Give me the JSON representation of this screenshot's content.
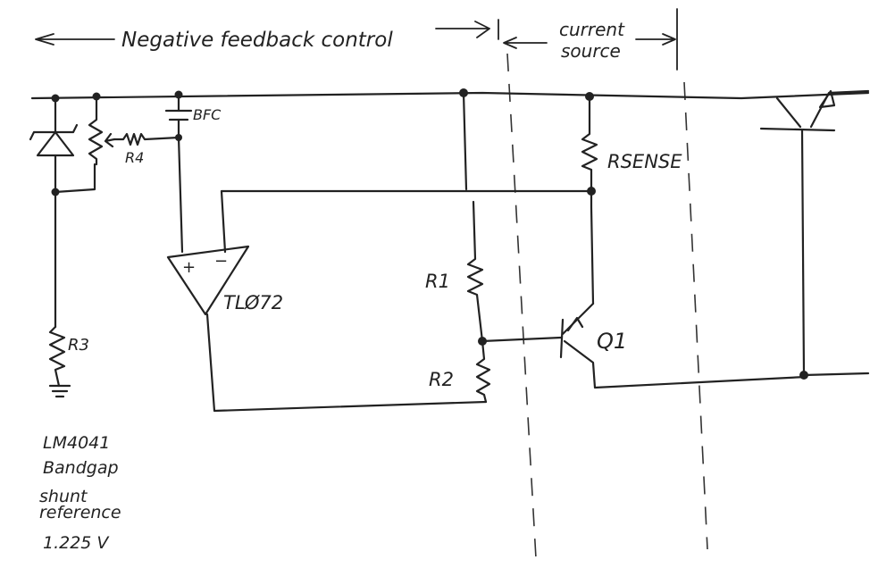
{
  "header": {
    "feedback_label": "Negative feedback control",
    "source_label_line1": "current",
    "source_label_line2": "source"
  },
  "components": {
    "bfc": "BFC",
    "r4": "R4",
    "r3": "R3",
    "opamp": "TLØ72",
    "opamp_plus": "+",
    "opamp_minus": "−",
    "r1": "R1",
    "r2": "R2",
    "rsense": "RSENSE",
    "q1": "Q1"
  },
  "reference_note": {
    "line1": "LM4041",
    "line2": "Bandgap",
    "line3": "shunt",
    "line4": "reference",
    "line5": "1.225 V"
  }
}
